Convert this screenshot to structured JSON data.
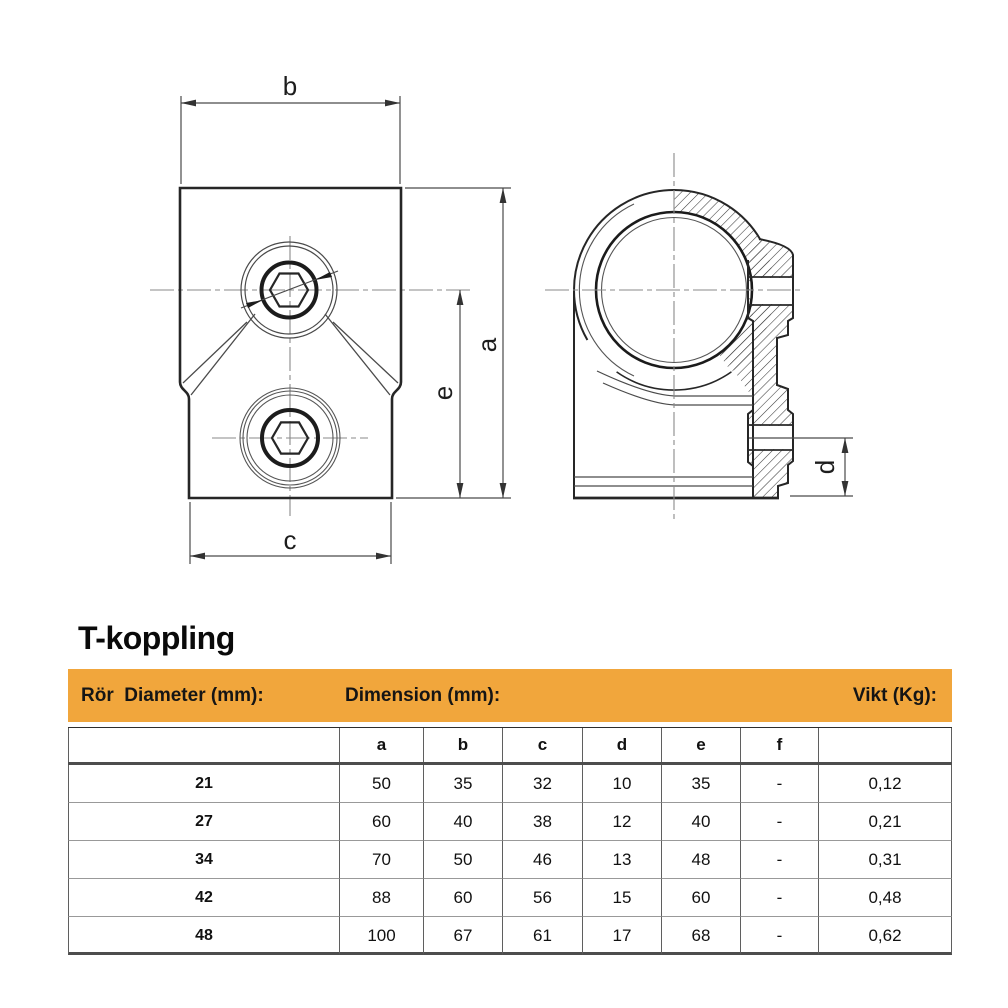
{
  "page": {
    "title": "T-koppling"
  },
  "drawing": {
    "labels": {
      "b": "b",
      "a": "a",
      "e": "e",
      "c": "c",
      "d": "d"
    }
  },
  "table": {
    "accent_color": "#F1A63C",
    "line_color": "#4d4d4d",
    "header": {
      "diameter": "Rör  Diameter (mm):",
      "dimension": "Dimension (mm):",
      "weight": "Vikt (Kg):"
    },
    "subheader": [
      "a",
      "b",
      "c",
      "d",
      "e",
      "f"
    ],
    "rows": [
      {
        "diameter": "21",
        "a": "50",
        "b": "35",
        "c": "32",
        "d": "10",
        "e": "35",
        "f": "-",
        "vikt": "0,12"
      },
      {
        "diameter": "27",
        "a": "60",
        "b": "40",
        "c": "38",
        "d": "12",
        "e": "40",
        "f": "-",
        "vikt": "0,21"
      },
      {
        "diameter": "34",
        "a": "70",
        "b": "50",
        "c": "46",
        "d": "13",
        "e": "48",
        "f": "-",
        "vikt": "0,31"
      },
      {
        "diameter": "42",
        "a": "88",
        "b": "60",
        "c": "56",
        "d": "15",
        "e": "60",
        "f": "-",
        "vikt": "0,48"
      },
      {
        "diameter": "48",
        "a": "100",
        "b": "67",
        "c": "61",
        "d": "17",
        "e": "68",
        "f": "-",
        "vikt": "0,62"
      }
    ]
  }
}
